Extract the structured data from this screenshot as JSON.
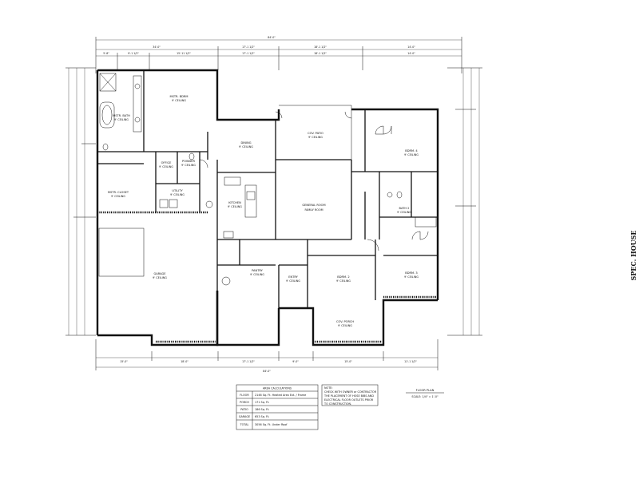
{
  "sheet_title": "SPEC. HOUSE",
  "plan_title": "FLOOR PLAN",
  "plan_scale": "SCALE: 1/4\" = 1'-0\"",
  "rooms": [
    {
      "name": "MSTR. BDRM",
      "ceiling": "9' CEILING"
    },
    {
      "name": "MSTR. BATH",
      "ceiling": "9' CEILING"
    },
    {
      "name": "MSTR. CLOSET",
      "ceiling": "9' CEILING"
    },
    {
      "name": "OFFICE",
      "ceiling": "9' CEILING"
    },
    {
      "name": "POWDER",
      "ceiling": "9' CEILING"
    },
    {
      "name": "UTILITY",
      "ceiling": "9' CEILING"
    },
    {
      "name": "DINING",
      "ceiling": "9' CEILING"
    },
    {
      "name": "COV. PATIO",
      "ceiling": "9' CEILING"
    },
    {
      "name": "GENERAL ROOM",
      "ceiling": "FAMILY ROOM"
    },
    {
      "name": "KITCHEN",
      "ceiling": "9' CEILING"
    },
    {
      "name": "PANTRY",
      "ceiling": "9' CEILING"
    },
    {
      "name": "GARAGE",
      "ceiling": "9' CEILING"
    },
    {
      "name": "BDRM. 2",
      "ceiling": "9' CEILING"
    },
    {
      "name": "BDRM. 3",
      "ceiling": "9' CEILING"
    },
    {
      "name": "BDRM. 4",
      "ceiling": "9' CEILING"
    },
    {
      "name": "BATH 2",
      "ceiling": "9' CEILING"
    },
    {
      "name": "ENTRY",
      "ceiling": "9' CEILING"
    },
    {
      "name": "COV. PORCH",
      "ceiling": "9' CEILING"
    }
  ],
  "dims_top": [
    "34'-0\"",
    "17'-1 1/2\"",
    "18'-1 1/2\"",
    "14'-0\""
  ],
  "dims_top2": [
    "5'-8\"",
    "9'-1 1/2\"",
    "15'-11 1/2\"",
    "17'-1 1/2\"",
    "18'-1 1/2\"",
    "14'-0\""
  ],
  "overall_width": "84'-0\"",
  "dims_bottom": [
    "15'-0\"",
    "18'-0\"",
    "17'-1 1/2\"",
    "9'-0\"",
    "15'-0\"",
    "11'-1 1/2\""
  ],
  "area_table": {
    "title": "AREA CALCULATIONS",
    "rows": [
      {
        "label": "FLOOR",
        "value": "2146 Sq. Ft. Heated Area Ext. / Frame"
      },
      {
        "label": "PORCH",
        "value": "171 Sq. Ft."
      },
      {
        "label": "PATIO",
        "value": "186 Sq. Ft."
      },
      {
        "label": "GARAGE",
        "value": "653 Sq. Ft."
      },
      {
        "label": "TOTAL",
        "value": "3056 Sq. Ft. Under Roof"
      }
    ]
  },
  "note": {
    "lines": [
      "NOTE:",
      "CHECK WITH OWNER or CONTRACTOR",
      "THE PLACEMENT OF HOSE BIBS AND",
      "ELECTRICAL FLOOR OUTLETS PRIOR",
      "TO CONSTRUCTION."
    ]
  },
  "colors": {
    "ink": "#111111",
    "paper": "#ffffff"
  }
}
